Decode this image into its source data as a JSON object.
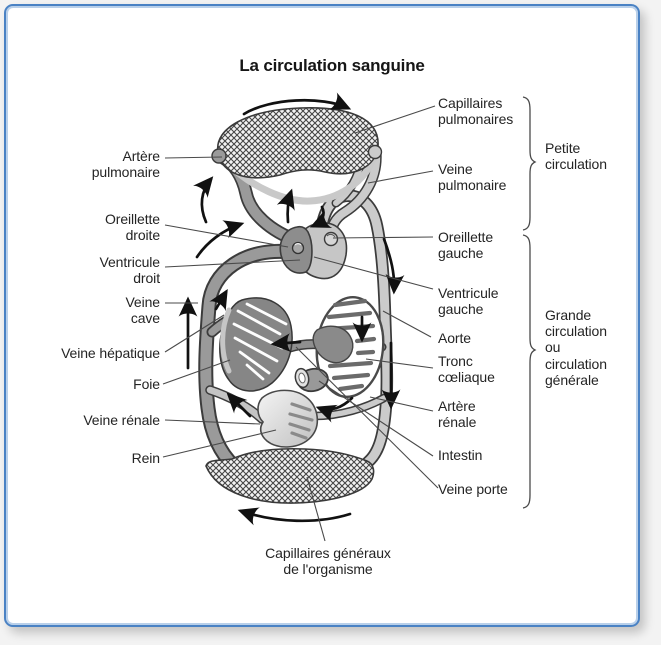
{
  "title": "La circulation sanguine",
  "labels": {
    "left": [
      {
        "id": "artere-pulmonaire",
        "text": "Artère\npulmonaire"
      },
      {
        "id": "oreillette-droite",
        "text": "Oreillette\ndroite"
      },
      {
        "id": "ventricule-droit",
        "text": "Ventricule\ndroit"
      },
      {
        "id": "veine-cave",
        "text": "Veine\ncave"
      },
      {
        "id": "veine-hepatique",
        "text": "Veine hépatique"
      },
      {
        "id": "foie",
        "text": "Foie"
      },
      {
        "id": "veine-renale",
        "text": "Veine rénale"
      },
      {
        "id": "rein",
        "text": "Rein"
      }
    ],
    "right": [
      {
        "id": "capillaires-pulmonaires",
        "text": "Capillaires\npulmonaires"
      },
      {
        "id": "veine-pulmonaire",
        "text": "Veine\npulmonaire"
      },
      {
        "id": "oreillette-gauche",
        "text": "Oreillette\ngauche"
      },
      {
        "id": "ventricule-gauche",
        "text": "Ventricule\ngauche"
      },
      {
        "id": "aorte",
        "text": "Aorte"
      },
      {
        "id": "tronc-coeliaque",
        "text": "Tronc\ncœliaque"
      },
      {
        "id": "artere-renale",
        "text": "Artère\nrénale"
      },
      {
        "id": "intestin",
        "text": "Intestin"
      },
      {
        "id": "veine-porte",
        "text": "Veine porte"
      }
    ],
    "bottom": {
      "id": "capillaires-generaux",
      "text": "Capillaires généraux\nde l'organisme"
    }
  },
  "brackets": [
    {
      "id": "petite-circulation",
      "text": "Petite\ncirculation"
    },
    {
      "id": "grande-circulation",
      "text": "Grande\ncirculation\nou\ncirculation\ngénérale"
    }
  ],
  "colors": {
    "frame_border": "#4a82c4",
    "frame_border_inner": "#b9d0ea",
    "text": "#242424",
    "vessel_dark": "#9a9a9a",
    "vessel_light": "#cbcbcb",
    "vessel_outline": "#3c3c3c",
    "arrow": "#111111",
    "capillary_hatch": "#454545"
  }
}
